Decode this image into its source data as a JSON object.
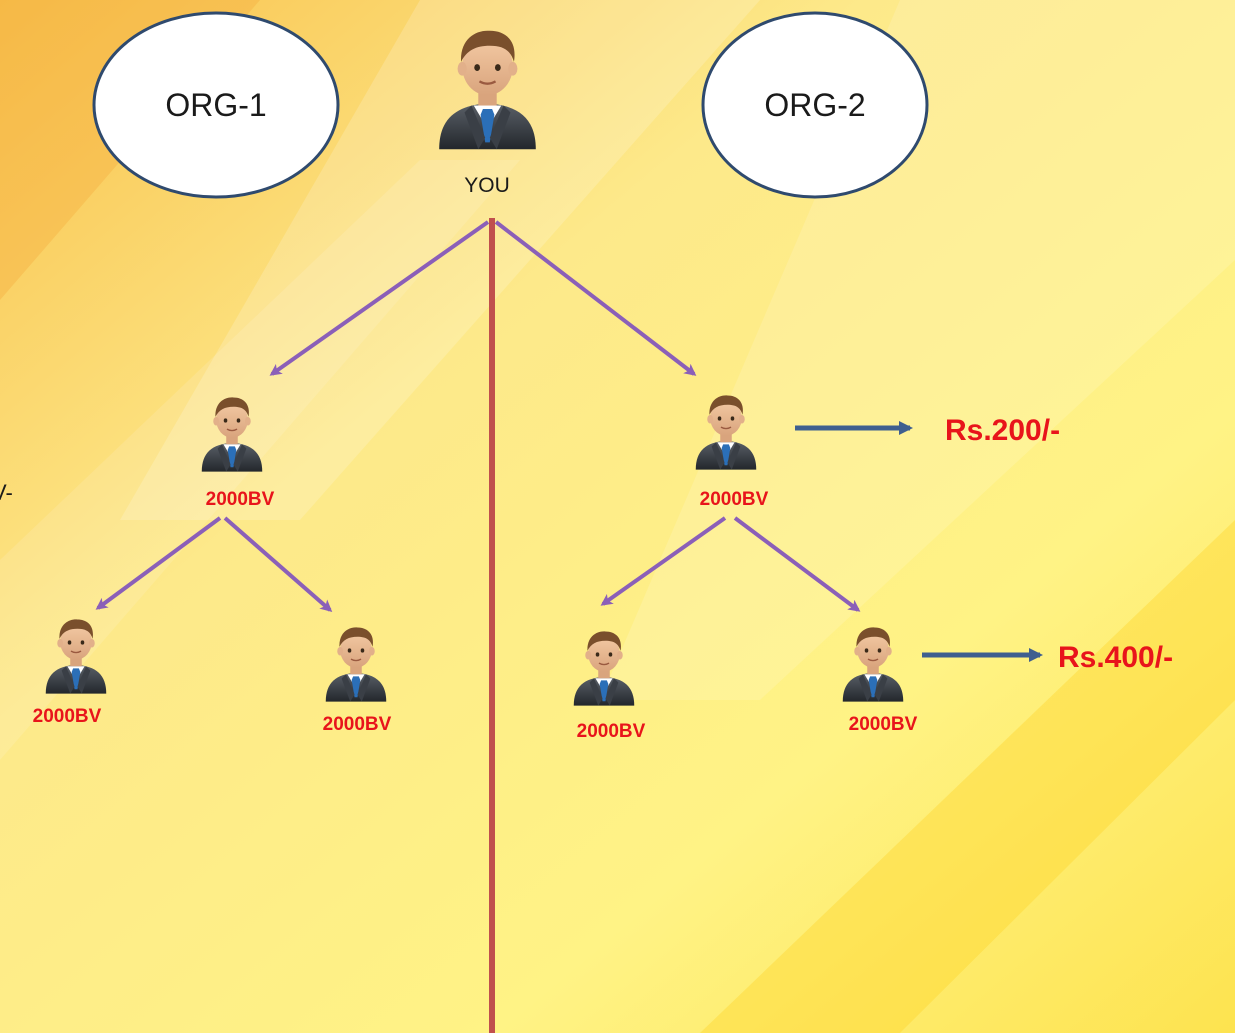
{
  "org_left": "ORG-1",
  "org_right": "ORG-2",
  "root_label": "YOU",
  "members": {
    "l1_left": "2000BV",
    "l1_right": "2000BV",
    "l2_ll": "2000BV",
    "l2_lr": "2000BV",
    "l2_rl": "2000BV",
    "l2_rr": "2000BV"
  },
  "payouts": {
    "first": "Rs.200/-",
    "second": "Rs.400/-"
  },
  "cut_off_text": "V-",
  "colors": {
    "arrow": "#8b5fb8",
    "divider": "#c0504d",
    "payout_arrow": "#3f5f8f",
    "bv_text": "#e8141b",
    "background_top": "#f9c85a",
    "background_bottom": "#fff27a"
  },
  "icons": {
    "person": "businessman-icon",
    "org": "ellipse-bubble"
  }
}
